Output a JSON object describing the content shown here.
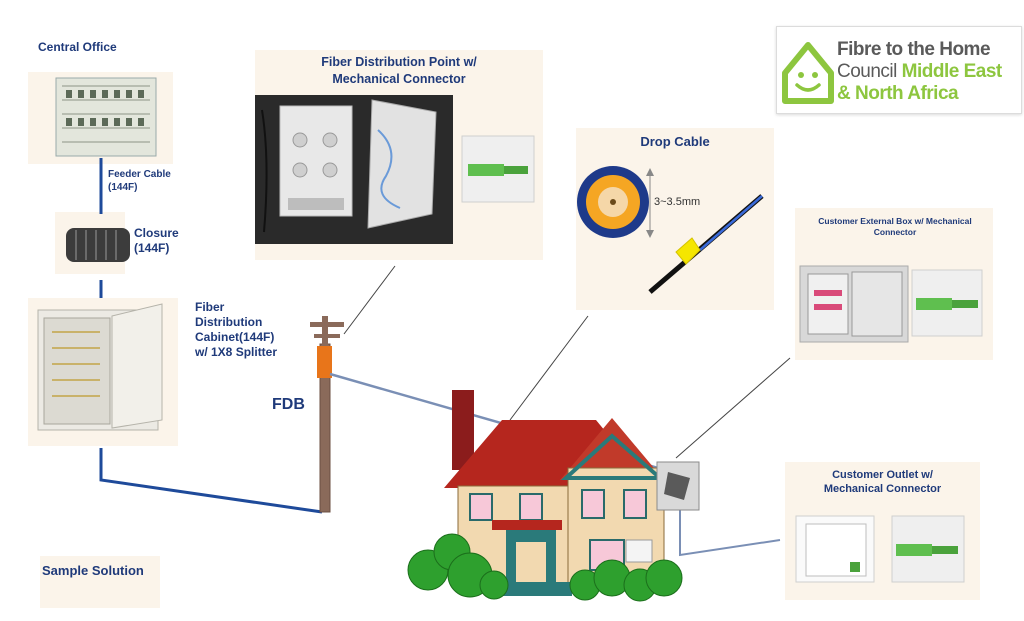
{
  "labels": {
    "central_office": "Central Office",
    "feeder_cable": "Feeder Cable\n(144F)",
    "closure": "Closure\n(144F)",
    "fdc": "Fiber\nDistribution\nCabinet(144F)\nw/ 1X8 Splitter",
    "fdb": "FDB",
    "fdp": "Fiber Distribution Point w/\nMechanical Connector",
    "drop_cable": "Drop Cable",
    "drop_dim": "3~3.5mm",
    "external_box": "Customer  External Box w/ Mechanical\nConnector",
    "outlet": "Customer Outlet w/\nMechanical Connector",
    "sample": "Sample Solution"
  },
  "logo": {
    "line1": "Fibre to the Home",
    "line2a": "Council ",
    "line2b": "Middle East",
    "line3": "& North Africa"
  },
  "colors": {
    "label_blue": "#1f3a7a",
    "cable_blue": "#1e4a9a",
    "logo_green": "#8dc63f",
    "logo_gray": "#5a5a5a",
    "roof_red": "#b5261e",
    "pole_brown": "#8a6a5a",
    "fdb_orange": "#e8751a"
  }
}
